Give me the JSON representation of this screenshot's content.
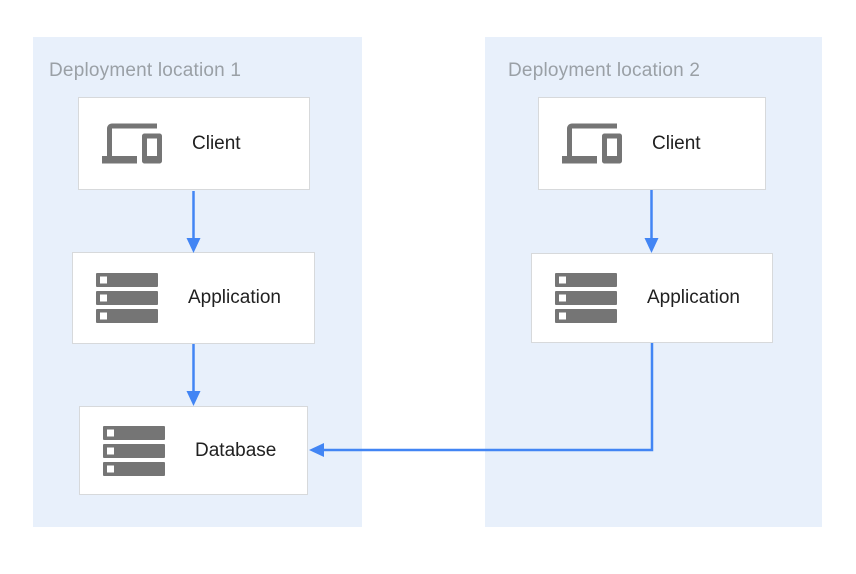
{
  "diagram": {
    "zones": [
      {
        "label": "Deployment location 1",
        "nodes": [
          {
            "label": "Client",
            "icon": "devices-icon"
          },
          {
            "label": "Application",
            "icon": "server-stack-icon"
          },
          {
            "label": "Database",
            "icon": "server-stack-icon"
          }
        ]
      },
      {
        "label": "Deployment location 2",
        "nodes": [
          {
            "label": "Client",
            "icon": "devices-icon"
          },
          {
            "label": "Application",
            "icon": "server-stack-icon"
          }
        ]
      }
    ],
    "edges": [
      {
        "from": "client-1",
        "to": "application-1"
      },
      {
        "from": "application-1",
        "to": "database-1"
      },
      {
        "from": "client-2",
        "to": "application-2"
      },
      {
        "from": "application-2",
        "to": "database-1"
      }
    ],
    "colors": {
      "arrow": "#4285F4",
      "zone_bg": "#E8F0FB",
      "node_bg": "#FFFFFF",
      "node_border": "#D7D9DB",
      "zone_label": "#9AA0A6",
      "node_label": "#212121",
      "icon": "#757575"
    }
  }
}
